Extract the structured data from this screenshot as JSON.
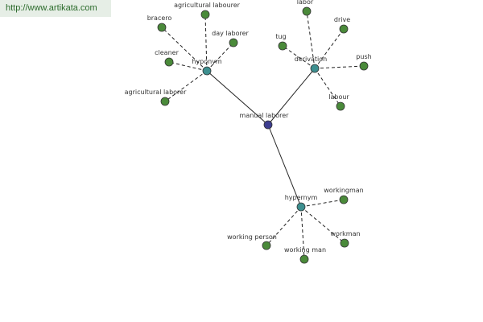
{
  "watermark": {
    "text": "http://www.artikata.com"
  },
  "colors": {
    "center": "#3d3d8f",
    "relation": "#3d8f8f",
    "leaf": "#4a8a3a",
    "edge": "#222222",
    "watermark_bg": "#e6eee6",
    "watermark_text": "#2a6a2a"
  },
  "graph": {
    "center": {
      "id": "manual-laborer",
      "label": "manual laborer"
    },
    "relations": [
      {
        "id": "hyponym",
        "label": "hyponym",
        "leaves": [
          {
            "id": "agricultural-labourer",
            "label": "agricultural labourer"
          },
          {
            "id": "bracero",
            "label": "bracero"
          },
          {
            "id": "day-laborer",
            "label": "day laborer"
          },
          {
            "id": "cleaner",
            "label": "cleaner"
          },
          {
            "id": "agricultural-laborer",
            "label": "agricultural laborer"
          }
        ]
      },
      {
        "id": "derivation",
        "label": "derivation",
        "leaves": [
          {
            "id": "labor",
            "label": "labor"
          },
          {
            "id": "drive",
            "label": "drive"
          },
          {
            "id": "tug",
            "label": "tug"
          },
          {
            "id": "push",
            "label": "push"
          },
          {
            "id": "labour",
            "label": "labour"
          }
        ]
      },
      {
        "id": "hypernym",
        "label": "hypernym",
        "leaves": [
          {
            "id": "workingman",
            "label": "workingman"
          },
          {
            "id": "working-person",
            "label": "working person"
          },
          {
            "id": "workman",
            "label": "workman"
          },
          {
            "id": "working-man",
            "label": "working man"
          }
        ]
      }
    ]
  }
}
